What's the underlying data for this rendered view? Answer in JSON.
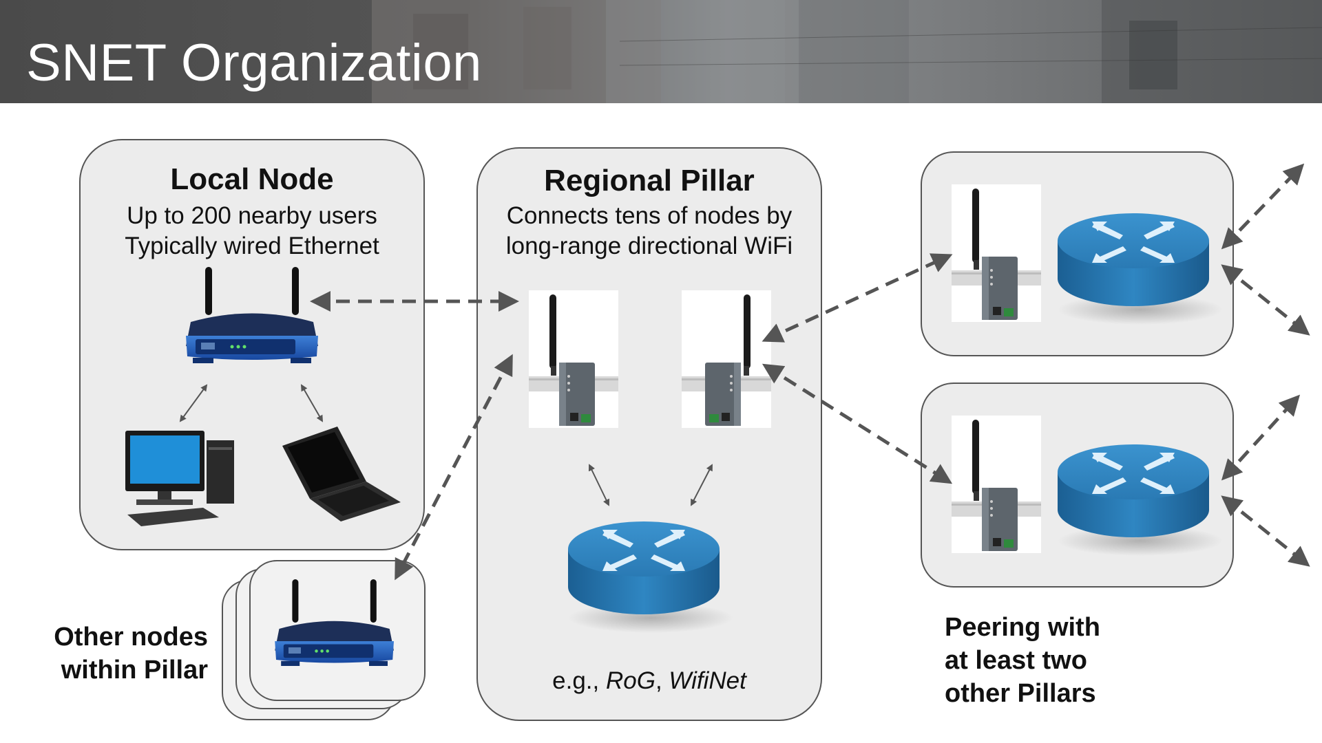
{
  "header": {
    "title": "SNET Organization"
  },
  "local_node": {
    "title": "Local Node",
    "line1": "Up to 200 nearby users",
    "line2": "Typically wired Ethernet"
  },
  "regional_pillar": {
    "title": "Regional Pillar",
    "line1": "Connects tens of nodes by",
    "line2": "long-range directional WiFi",
    "example_prefix": "e.g., ",
    "example_1": "RoG",
    "example_sep": ", ",
    "example_2": "WifiNet"
  },
  "other_nodes": {
    "line1": "Other nodes",
    "line2": "within Pillar"
  },
  "peering": {
    "line1": "Peering with",
    "line2": "at least two",
    "line3": "other Pillars"
  },
  "icons": {
    "wifi_router": "wifi-router-icon",
    "desktop": "desktop-computer-icon",
    "laptop": "laptop-icon",
    "antenna_radio": "antenna-radio-icon",
    "core_router": "core-router-icon"
  },
  "colors": {
    "router_blue": "#1f6fb0",
    "core_router": "#2b7fb8",
    "arrow": "#555555",
    "card_fill": "#ececec"
  }
}
